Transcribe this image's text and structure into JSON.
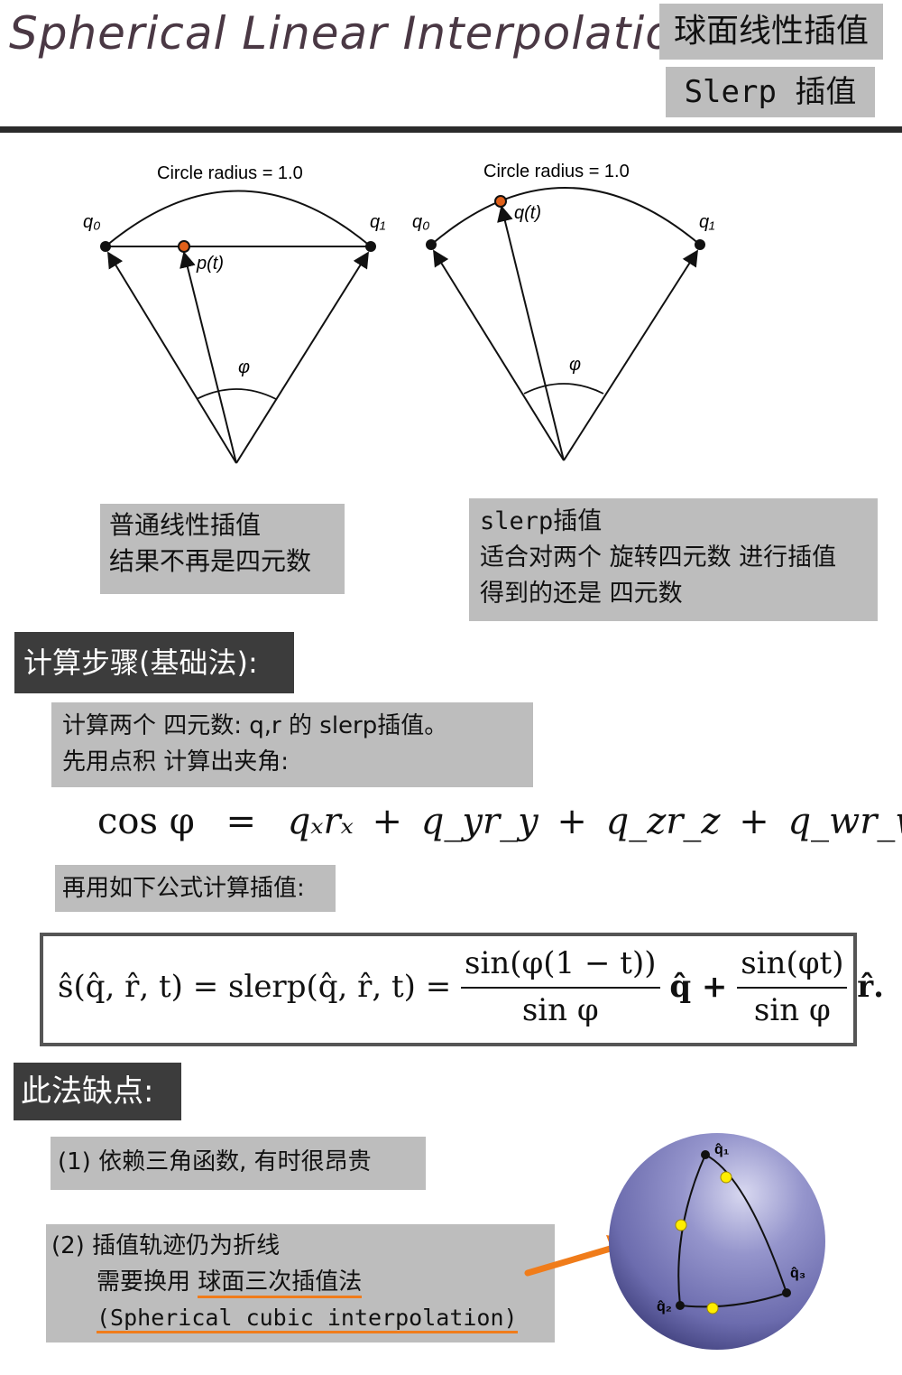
{
  "header": {
    "title": "Spherical Linear Interpolation",
    "tag_cn": "球面线性插值",
    "tag_slerp": "Slerp 插值"
  },
  "diagram_left": {
    "radius_label": "Circle radius = 1.0",
    "q0": "q₀",
    "q1": "q₁",
    "point_label": "p(t)",
    "angle_label": "φ"
  },
  "diagram_right": {
    "radius_label": "Circle radius = 1.0",
    "q0": "q₀",
    "q1": "q₁",
    "point_label": "q(t)",
    "angle_label": "φ"
  },
  "note_left": {
    "line1": "普通线性插值",
    "line2": "结果不再是四元数"
  },
  "note_right": {
    "line1": "slerp插值",
    "line2": "适合对两个 旋转四元数 进行插值",
    "line3": "得到的还是 四元数"
  },
  "section_steps": {
    "heading": "计算步骤(基础法):",
    "step1_line1": "计算两个 四元数: q,r 的 slerp插值。",
    "step1_line2": "先用点积 计算出夹角:",
    "dot_formula": {
      "lhs": "cos φ",
      "eq": "=",
      "rhs": "qₓrₓ + q_yr_y + q_zr_z + q_wr_w"
    },
    "step2": "再用如下公式计算插值:"
  },
  "slerp_formula": {
    "lhs": "ŝ(q̂, r̂, t) = slerp(q̂, r̂, t) =",
    "num1": "sin(φ(1 − t))",
    "den1": "sin φ",
    "mid": "q̂ +",
    "num2": "sin(φt)",
    "den2": "sin φ",
    "tail": "r̂."
  },
  "section_drawbacks": {
    "heading": "此法缺点:",
    "item1": "(1) 依赖三角函数, 有时很昂贵",
    "item2_line1": "(2) 插值轨迹仍为折线",
    "item2_line2_prefix": "需要换用 ",
    "item2_line2_highlight": "球面三次插值法",
    "item2_line3": "(Spherical cubic interpolation)"
  },
  "sphere": {
    "q1": "q̂₁",
    "q2": "q̂₂",
    "q3": "q̂₃"
  },
  "colors": {
    "title": "#4a3844",
    "gray_box": "#bdbdbd",
    "dark_box": "#3c3c3c",
    "accent_orange": "#f07c1a",
    "point_orange": "#e0601a",
    "sphere": "#7f7fb8",
    "sphere_point": "#ffee00"
  }
}
